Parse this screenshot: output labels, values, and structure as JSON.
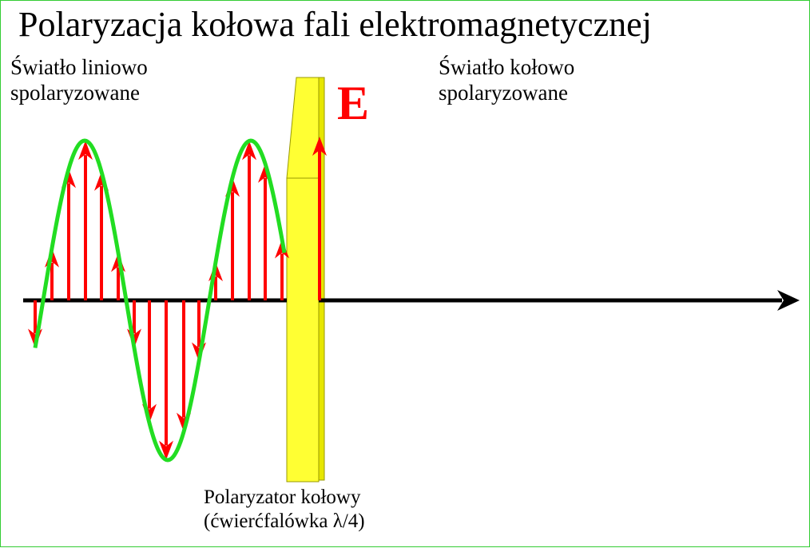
{
  "title": "Polaryzacja kołowa fali elektromagnetycznej",
  "labels": {
    "incoming_line1": "Światło liniowo",
    "incoming_line2": "spolaryzowane",
    "outgoing_line1": "Światło kołowo",
    "outgoing_line2": "spolaryzowane",
    "plate_line1": "Polaryzator kołowy",
    "plate_line2": "(ćwierćfalówka λ/4)",
    "field_symbol": "E"
  },
  "colors": {
    "wave": "#22dd22",
    "vectors": "#ff0000",
    "axis": "#000000",
    "plate": "#ffff33",
    "plate_side": "#e6e600",
    "border": "#33cc33"
  }
}
